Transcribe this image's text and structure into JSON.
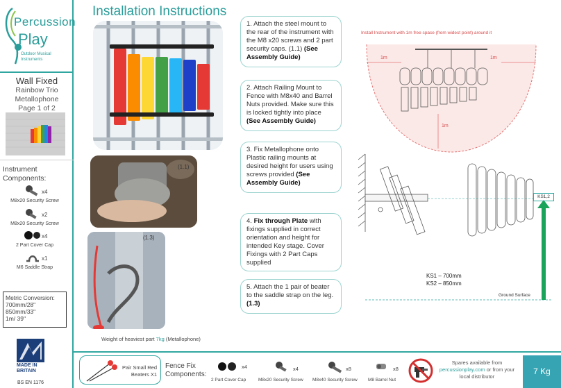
{
  "brand": {
    "name_line1": "Percussion",
    "name_line2": "Play",
    "tagline": "Outdoor Musical Instruments"
  },
  "product": {
    "title": "Wall Fixed",
    "subtitle_line1": "Rainbow Trio",
    "subtitle_line2": "Metallophone",
    "page": "Page 1 of 2"
  },
  "components": {
    "heading_line1": "Instrument",
    "heading_line2": "Components:",
    "items": [
      {
        "name": "M8x20 Security Screw",
        "qty": "x4"
      },
      {
        "name": "M8x20 Security Screw",
        "qty": "x2"
      },
      {
        "name": "2 Part Cover Cap",
        "qty": "x4"
      },
      {
        "name": "M6 Saddle Strap",
        "qty": "x1"
      }
    ]
  },
  "metric": {
    "line1": "Metric Conversion:",
    "line2": "700mm/28\"",
    "line3": "850mm/33\"",
    "line4": "1m/ 39\""
  },
  "made_in": {
    "line1": "MADE IN",
    "line2": "BRITAIN",
    "standard": "BS EN 1176"
  },
  "header": {
    "title": "Installation Instructions"
  },
  "photos": {
    "label_a": "(1.1)",
    "label_b": "(1.3)"
  },
  "steps": [
    {
      "pre": "1.",
      "text": "Attach the steel mount to the rear of the instrument with the M8 x20 screws and 2 part security caps. (1.1)",
      "bold": "(See Assembly Guide)"
    },
    {
      "pre": "2.",
      "text": "Attach Railing Mount to Fence with M8x40 and Barrel Nuts provided. Make sure this is locked tightly into place",
      "bold": "(See Assembly Guide)"
    },
    {
      "pre": "3.",
      "text": "Fix Metallophone onto Plastic railing mounts at desired height for users using screws provided",
      "bold": "(See Assembly Guide)"
    },
    {
      "pre": "4.",
      "bold": "Fix through Plate",
      "text": "with fixings supplied in correct orientation and height for intended Key stage. Cover Fixings with 2 Part Caps supplied"
    },
    {
      "pre": "5.",
      "text": "Attach the 1 pair of beater to the saddle strap on the leg.",
      "bold": "(1.3)"
    }
  ],
  "diagram": {
    "free_space_note": "Install Instrument with 1m free space (from widest point) around it",
    "dim_left": "1m",
    "dim_right": "1m",
    "dim_bottom": "1m",
    "ks1": "KS1 – 700mm",
    "ks2": "KS2 – 850mm",
    "ground": "Ground Surface",
    "ks_box": "KS1,2"
  },
  "weight_note": {
    "pre": "Weight of heaviest part ",
    "value": "7kg",
    "post": " (Metallophone)"
  },
  "footer": {
    "beaters_line1": "Pair Small Red",
    "beaters_line2": "Beaters X1",
    "fence_line1": "Fence Fix",
    "fence_line2": "Components:",
    "parts": [
      {
        "name": "2 Part Cover Cap",
        "qty": "x4"
      },
      {
        "name": "M8x20 Security Screw",
        "qty": "x4"
      },
      {
        "name": "M8x40 Security Screw",
        "qty": "x8"
      },
      {
        "name": "M8 Barrel Nut",
        "qty": "x8"
      }
    ],
    "spares_line1": "Spares available from",
    "spares_link": "percussionplay.com",
    "spares_line2": " or from your",
    "spares_line3": "local distributor",
    "weight_box": "7 Kg"
  },
  "colors": {
    "accent": "#2a9d9a",
    "kg_box": "#37a4b3",
    "warning_red": "#d84a4a",
    "ground_arrow": "#1aa35a"
  }
}
